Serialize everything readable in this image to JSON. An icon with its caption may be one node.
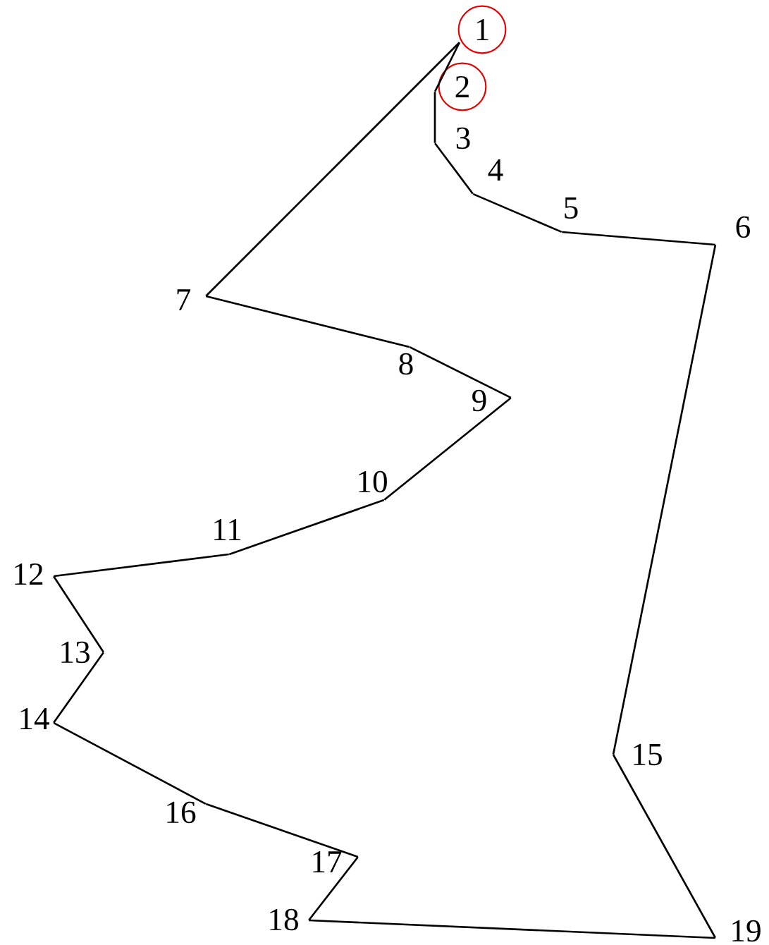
{
  "diagram": {
    "nodes": [
      {
        "text": [
          "1"
        ]
      },
      {
        "text": [
          "2"
        ]
      },
      {
        "text": [],
        "shape": "point",
        "beside": [
          "3"
        ]
      },
      {
        "text": [],
        "shape": "point",
        "beside": [
          "4"
        ]
      },
      {
        "text": [],
        "shape": "point",
        "beside": [
          "5"
        ]
      },
      {
        "text": [],
        "shape": "point",
        "beside": [
          "6"
        ]
      },
      {
        "text": [],
        "shape": "point",
        "beside": [
          "7"
        ]
      },
      {
        "text": [],
        "shape": "point",
        "beside": [
          "8"
        ]
      },
      {
        "text": [],
        "shape": "point",
        "beside": [
          "9"
        ]
      },
      {
        "text": [],
        "shape": "point",
        "beside": [
          "10"
        ]
      },
      {
        "text": [],
        "shape": "point",
        "beside": [
          "11"
        ]
      },
      {
        "text": [],
        "shape": "point",
        "beside": [
          "12"
        ]
      },
      {
        "text": [],
        "shape": "point",
        "beside": [
          "13"
        ]
      },
      {
        "text": [],
        "shape": "point",
        "beside": [
          "14"
        ]
      },
      {
        "text": [],
        "shape": "point",
        "beside": [
          "15"
        ]
      },
      {
        "text": [],
        "shape": "point",
        "beside": [
          "16"
        ]
      },
      {
        "text": [],
        "shape": "point",
        "beside": [
          "17"
        ]
      },
      {
        "text": [],
        "shape": "point",
        "beside": [
          "18"
        ]
      },
      {
        "text": [],
        "shape": "point",
        "beside": [
          "19"
        ]
      }
    ],
    "edges": [
      {
        "from": 0,
        "to": 1,
        "arrow": "none"
      },
      {
        "from": 1,
        "to": 2,
        "arrow": "none"
      },
      {
        "from": 2,
        "to": 3,
        "arrow": "none"
      },
      {
        "from": 3,
        "to": 4,
        "arrow": "none"
      },
      {
        "from": 4,
        "to": 5,
        "arrow": "none"
      },
      {
        "from": 5,
        "to": 14,
        "arrow": "none"
      },
      {
        "from": 14,
        "to": 18,
        "arrow": "none"
      },
      {
        "from": 18,
        "to": 17,
        "arrow": "none"
      },
      {
        "from": 17,
        "to": 16,
        "arrow": "none"
      },
      {
        "from": 16,
        "to": 15,
        "arrow": "none"
      },
      {
        "from": 15,
        "to": 13,
        "arrow": "none"
      },
      {
        "from": 13,
        "to": 12,
        "arrow": "none"
      },
      {
        "from": 12,
        "to": 11,
        "arrow": "none"
      },
      {
        "from": 11,
        "to": 10,
        "arrow": "none"
      },
      {
        "from": 10,
        "to": 9,
        "arrow": "none"
      },
      {
        "from": 9,
        "to": 8,
        "arrow": "none"
      },
      {
        "from": 8,
        "to": 7,
        "arrow": "none"
      },
      {
        "from": 7,
        "to": 6,
        "arrow": "none"
      },
      {
        "from": 6,
        "to": 0,
        "arrow": "none"
      }
    ]
  }
}
